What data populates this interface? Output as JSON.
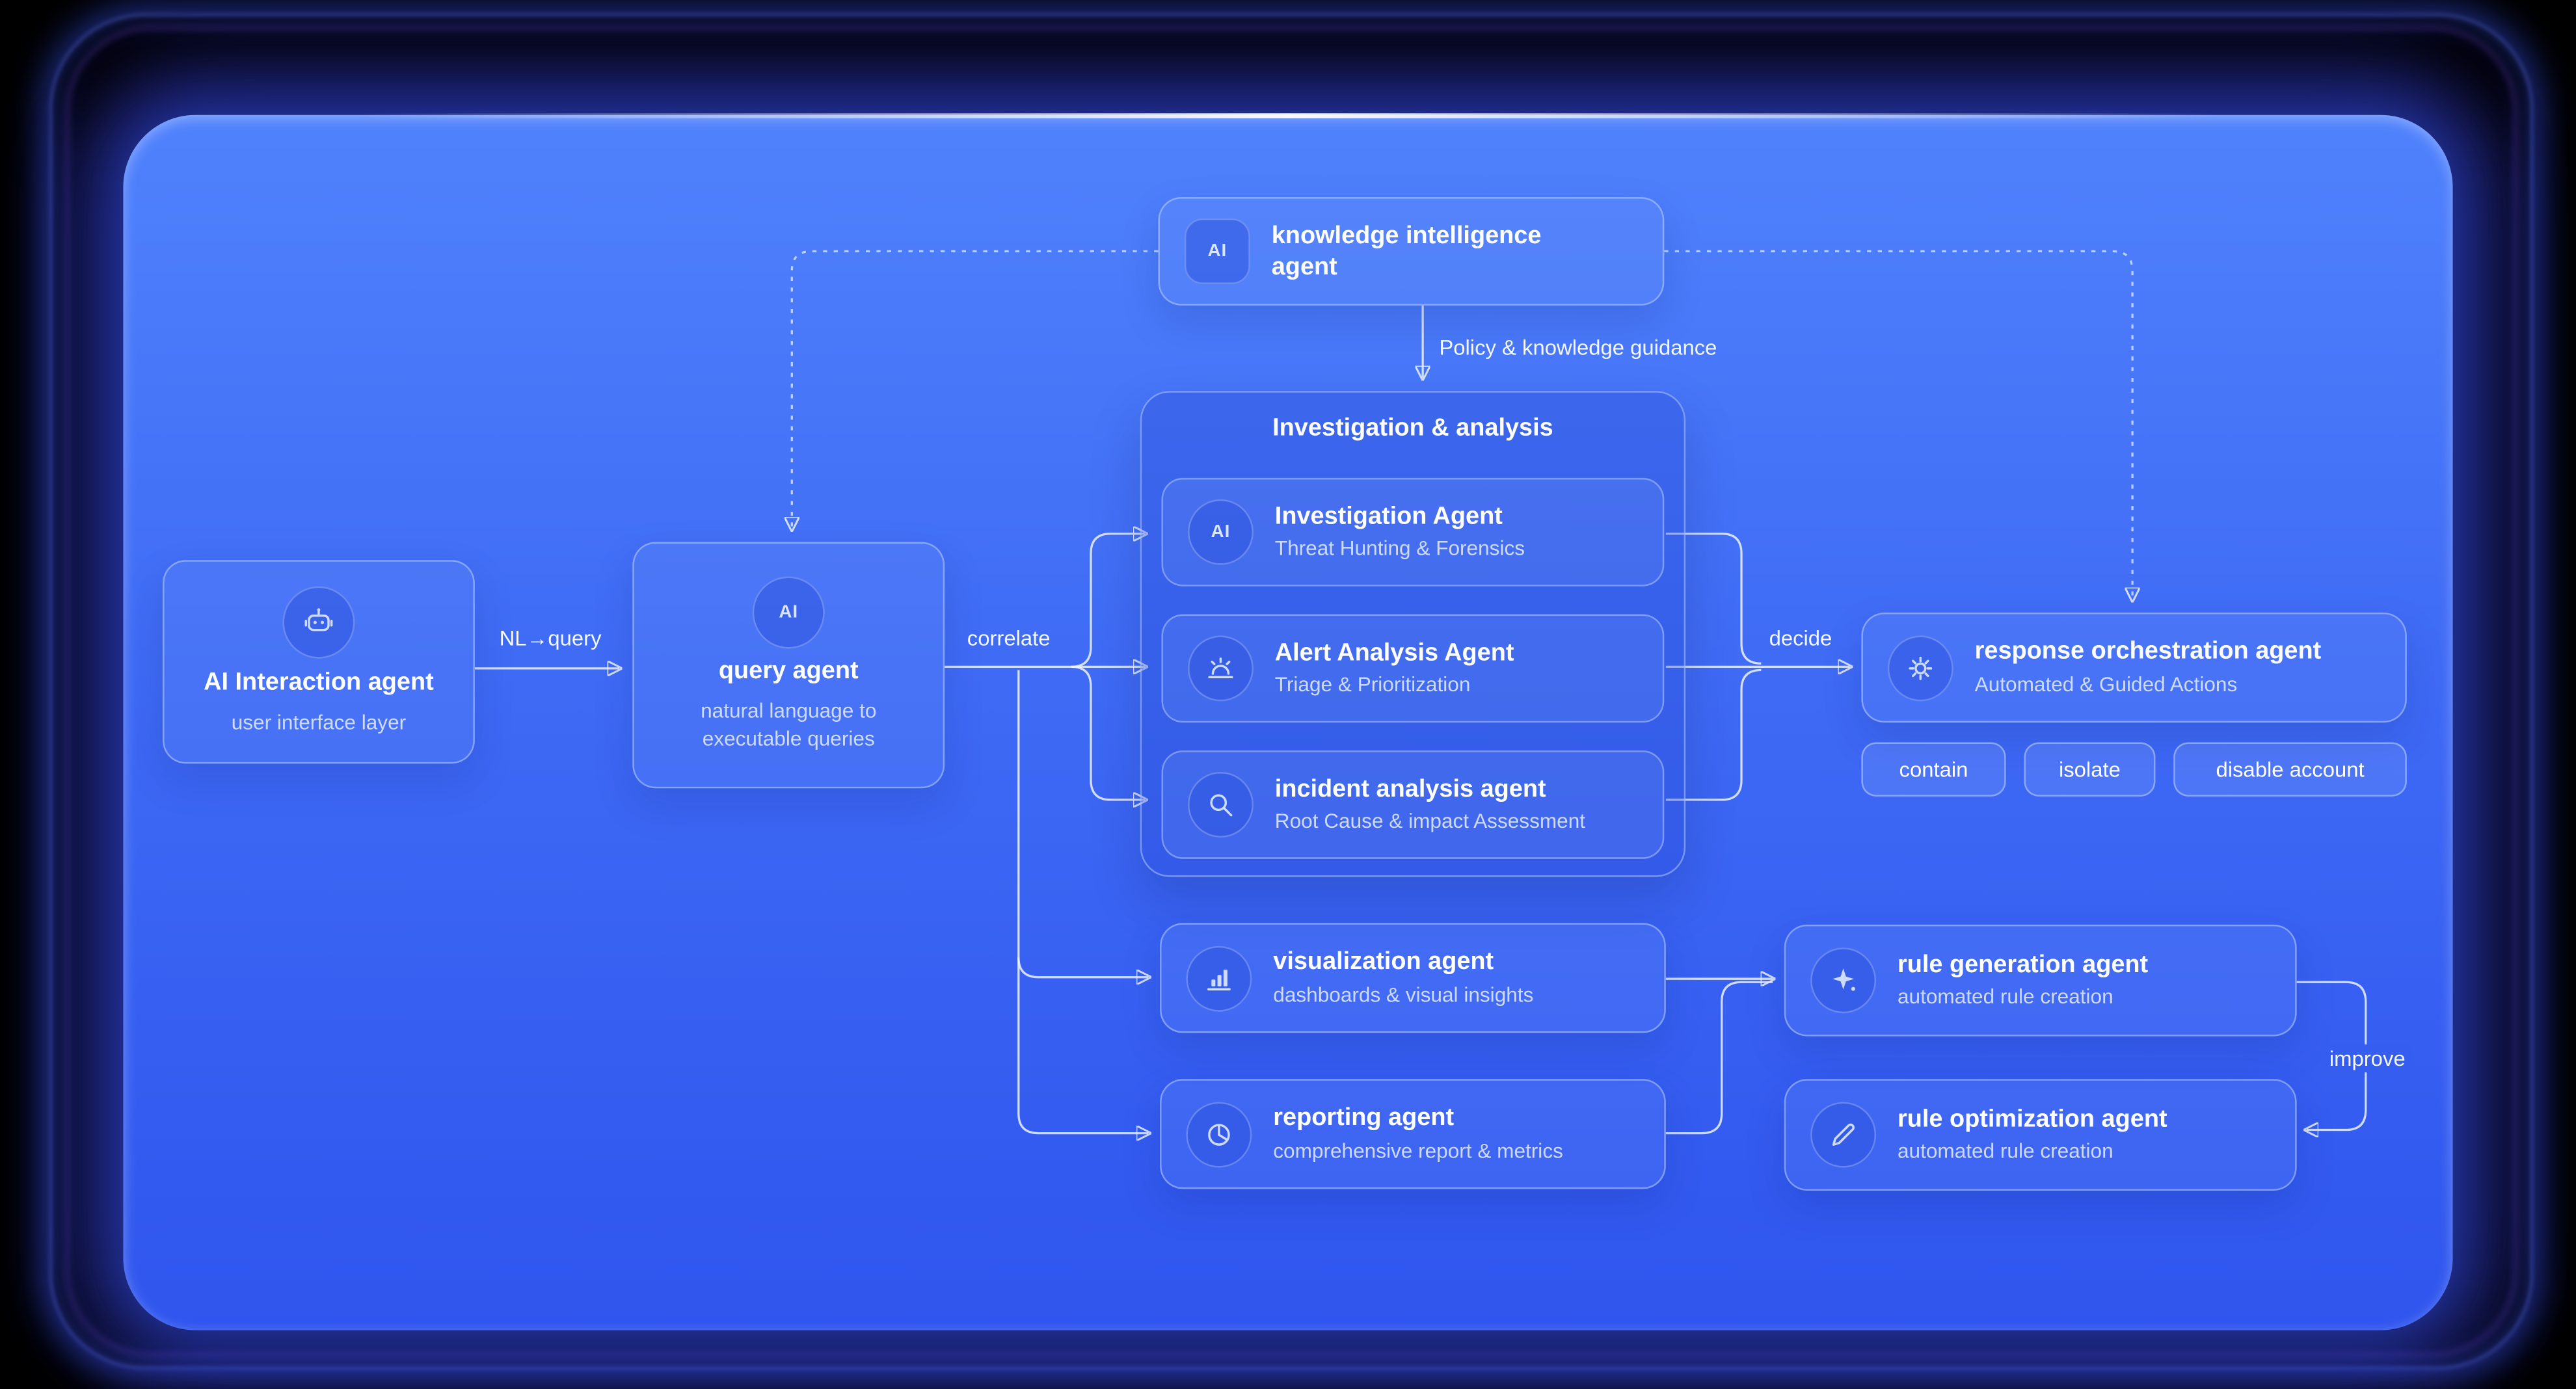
{
  "diagram": {
    "labels": {
      "policy": "Policy & knowledge guidance",
      "nl_query": "NL→query",
      "correlate": "correlate",
      "decide": "decide",
      "improve": "improve"
    },
    "actions": [
      "contain",
      "isolate",
      "disable account"
    ],
    "nodes": {
      "knowledge": {
        "title": "knowledge intelligence agent",
        "icon": "ai-chip-icon",
        "icon_label": "AI"
      },
      "ai_interaction": {
        "title": "AI Interaction agent",
        "subtitle": "user interface layer",
        "icon": "robot-icon"
      },
      "query": {
        "title": "query agent",
        "subtitle": "natural language to executable queries",
        "icon": "ai-circle-icon",
        "icon_label": "AI"
      },
      "investigation_group": {
        "title": "Investigation & analysis"
      },
      "investigation": {
        "title": "Investigation Agent",
        "subtitle": "Threat Hunting & Forensics",
        "icon": "ai-circle-icon",
        "icon_label": "AI"
      },
      "alert_analysis": {
        "title": "Alert Analysis Agent",
        "subtitle": "Triage & Prioritization",
        "icon": "alert-icon"
      },
      "incident_analysis": {
        "title": "incident analysis agent",
        "subtitle": "Root Cause & impact Assessment",
        "icon": "magnifier-icon"
      },
      "response": {
        "title": "response orchestration agent",
        "subtitle": "Automated & Guided Actions",
        "icon": "gear-icon"
      },
      "visualization": {
        "title": "visualization agent",
        "subtitle": "dashboards & visual insights",
        "icon": "bar-chart-icon"
      },
      "reporting": {
        "title": "reporting agent",
        "subtitle": "comprehensive report & metrics",
        "icon": "pie-chart-icon"
      },
      "rule_generation": {
        "title": "rule generation agent",
        "subtitle": "automated rule creation",
        "icon": "sparkle-icon"
      },
      "rule_optimization": {
        "title": "rule optimization agent",
        "subtitle": "automated rule creation",
        "icon": "pencil-icon"
      }
    },
    "colors": {
      "background": "#000000",
      "card_top": "#5082fc",
      "card_bottom": "#2f55ee",
      "node_border": "#bcd0ff",
      "connector": "#e9f0ff",
      "text_primary": "#ffffff",
      "text_secondary": "#dce6ff"
    }
  }
}
